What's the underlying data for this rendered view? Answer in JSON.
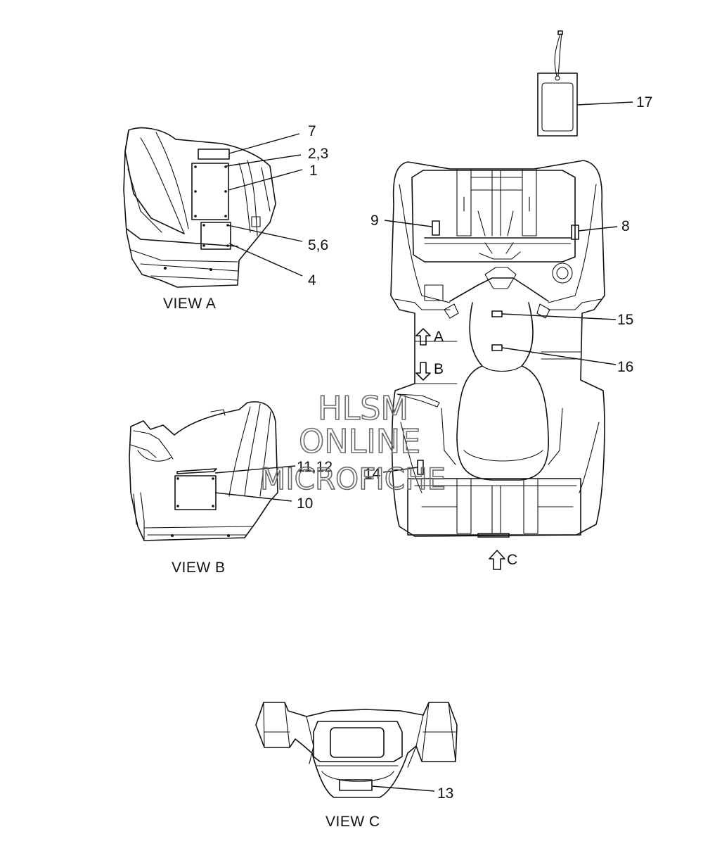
{
  "diagram": {
    "views": {
      "view_a": "VIEW A",
      "view_b": "VIEW B",
      "view_c": "VIEW C"
    },
    "direction_markers": {
      "a": "A",
      "b": "B",
      "c": "C"
    },
    "callouts": {
      "c1": "1",
      "c2_3": "2,3",
      "c4": "4",
      "c5_6": "5,6",
      "c7": "7",
      "c8": "8",
      "c9": "9",
      "c10": "10",
      "c11_12": "11,12",
      "c13": "13",
      "c14": "14",
      "c15": "15",
      "c16": "16",
      "c17": "17"
    },
    "watermark": {
      "line1": "HLSM",
      "line2": "ONLINE",
      "line3": "MICROFICHE"
    }
  }
}
